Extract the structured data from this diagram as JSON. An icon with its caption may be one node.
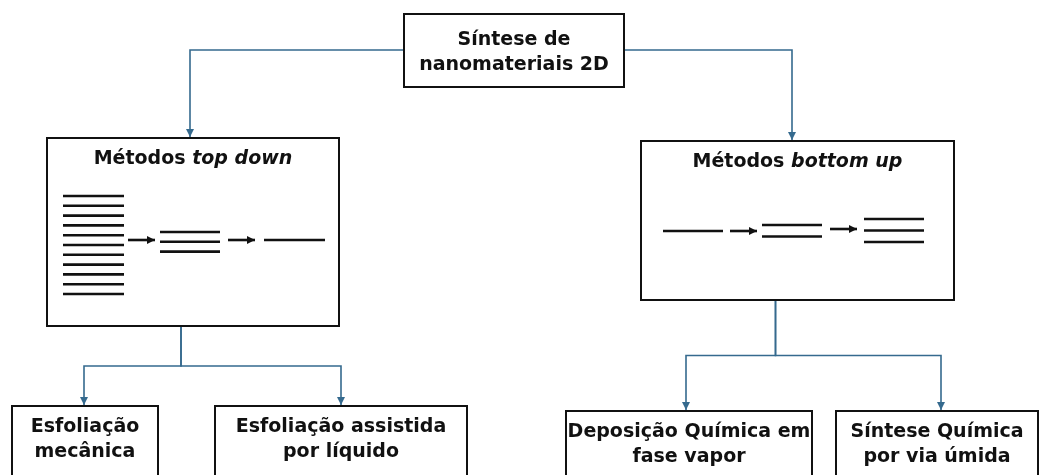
{
  "diagram": {
    "nodes": [
      {
        "text": [
          "Síntese de nanomateriais 2D"
        ]
      },
      {
        "text": [
          "Métodos *top down*"
        ]
      },
      {
        "text": [
          "Métodos *bottom up*"
        ]
      },
      {
        "text": [
          "Esfoliação mecânica"
        ]
      },
      {
        "text": [
          "Esfoliação assistida por líquido"
        ]
      },
      {
        "text": [
          "Deposição Química em fase vapor"
        ]
      },
      {
        "text": [
          "Síntese Química por via úmida"
        ]
      }
    ],
    "edges": [
      {
        "from": 0,
        "to": 1,
        "arrow": "to"
      },
      {
        "from": 0,
        "to": 2,
        "arrow": "to"
      },
      {
        "from": 1,
        "to": 3,
        "arrow": "to"
      },
      {
        "from": 1,
        "to": 4,
        "arrow": "to"
      },
      {
        "from": 2,
        "to": 5,
        "arrow": "to"
      },
      {
        "from": 2,
        "to": 6,
        "arrow": "to"
      }
    ]
  }
}
